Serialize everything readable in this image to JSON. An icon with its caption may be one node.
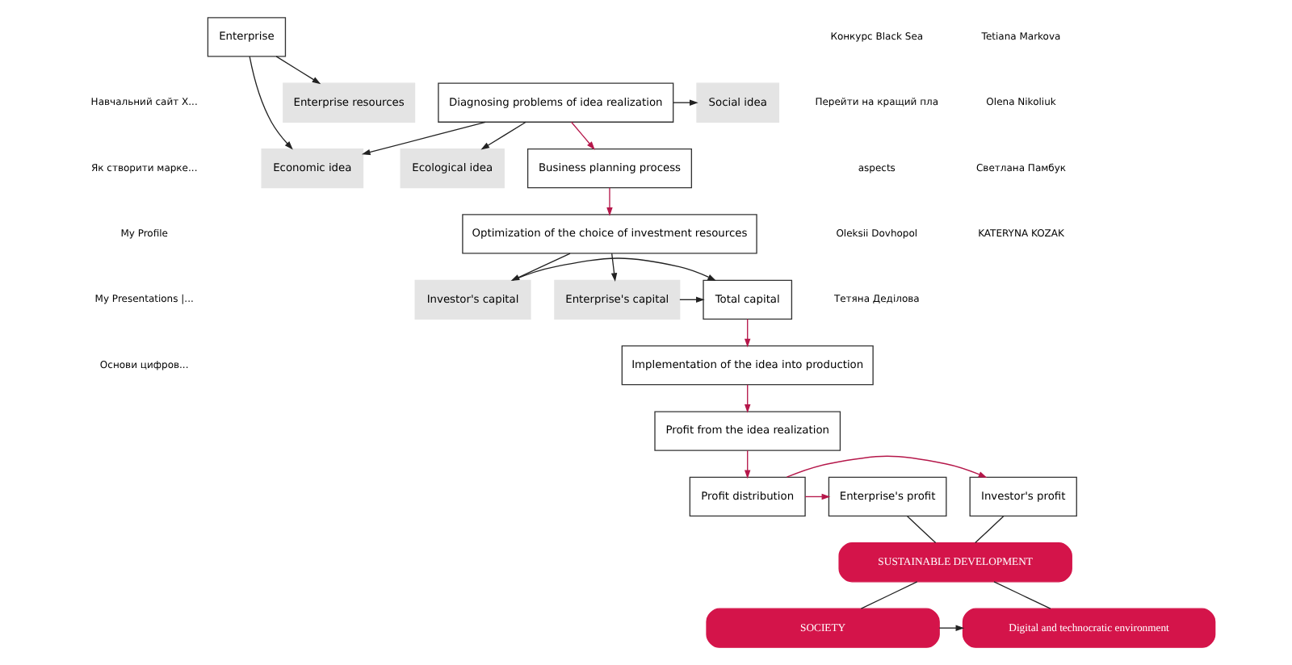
{
  "diagram": {
    "nodes": [
      {
        "text": [
          "Enterprise"
        ]
      },
      {
        "text": [
          "Economic idea"
        ]
      },
      {
        "text": [
          "Social idea"
        ]
      },
      {
        "text": [
          "Ecological idea"
        ]
      },
      {
        "text": [
          "Diagnosing problems of idea realization"
        ]
      },
      {
        "text": [
          "Enterprise resources"
        ]
      },
      {
        "text": [
          "Business planning process"
        ]
      },
      {
        "text": [
          "Optimization of the choice of investment resources"
        ]
      },
      {
        "text": [
          "Investor's capital"
        ]
      },
      {
        "text": [
          "Enterprise's capital"
        ]
      },
      {
        "text": [
          "Total capital"
        ]
      },
      {
        "text": [
          "Implementation of the idea into production"
        ]
      },
      {
        "text": [
          "Profit from the idea realization"
        ]
      },
      {
        "text": [
          "Investor's profit"
        ]
      },
      {
        "text": [
          "Profit distribution"
        ]
      },
      {
        "text": [
          "Enterprise's profit"
        ]
      },
      {
        "text": [
          "SUSTAINABLE DEVELOPMENT"
        ]
      },
      {
        "text": [
          "Digital and technocratic environment"
        ]
      },
      {
        "text": [
          "SOCIETY"
        ]
      }
    ],
    "edges": [
      {
        "from": 0,
        "to": 1,
        "arrow": "to"
      },
      {
        "from": 0,
        "to": 5,
        "arrow": "to"
      },
      {
        "from": 4,
        "to": 1,
        "arrow": "to"
      },
      {
        "from": 4,
        "to": 2,
        "arrow": "to"
      },
      {
        "from": 4,
        "to": 3,
        "arrow": "to"
      },
      {
        "from": 4,
        "to": 6,
        "arrow": "to",
        "color": "#b5174a"
      },
      {
        "from": 6,
        "to": 7,
        "arrow": "to",
        "color": "#b5174a"
      },
      {
        "from": 7,
        "to": 8,
        "arrow": "to"
      },
      {
        "from": 7,
        "to": 9,
        "arrow": "to"
      },
      {
        "from": 8,
        "to": 10,
        "arrow": "to"
      },
      {
        "from": 9,
        "to": 10,
        "arrow": "to"
      },
      {
        "from": 10,
        "to": 11,
        "arrow": "to",
        "color": "#b5174a"
      },
      {
        "from": 11,
        "to": 12,
        "arrow": "to",
        "color": "#b5174a"
      },
      {
        "from": 12,
        "to": 14,
        "arrow": "to",
        "color": "#b5174a"
      },
      {
        "from": 14,
        "to": 13,
        "arrow": "to",
        "color": "#b5174a"
      },
      {
        "from": 14,
        "to": 15,
        "arrow": "to",
        "color": "#b5174a"
      },
      {
        "from": 13,
        "to": 16,
        "arrow": "none"
      },
      {
        "from": 15,
        "to": 16,
        "arrow": "none"
      },
      {
        "from": 16,
        "to": 17,
        "arrow": "none"
      },
      {
        "from": 16,
        "to": 18,
        "arrow": "none"
      },
      {
        "from": 18,
        "to": 17,
        "arrow": "to"
      }
    ],
    "labels": [
      "Навчальний сайт Х...",
      "Як створити марке...",
      "My Profile",
      "My Presentations |...",
      "Основи цифров...",
      "Конкурс Black Sea",
      "Перейти на кращий пла",
      "aspects",
      "Oleksii Dovhopol",
      "Тетяна Деділова",
      "Tetiana Markova",
      "Olena Nikoliuk",
      "Светлана Памбук",
      "KATERYNA KOZAK"
    ]
  }
}
